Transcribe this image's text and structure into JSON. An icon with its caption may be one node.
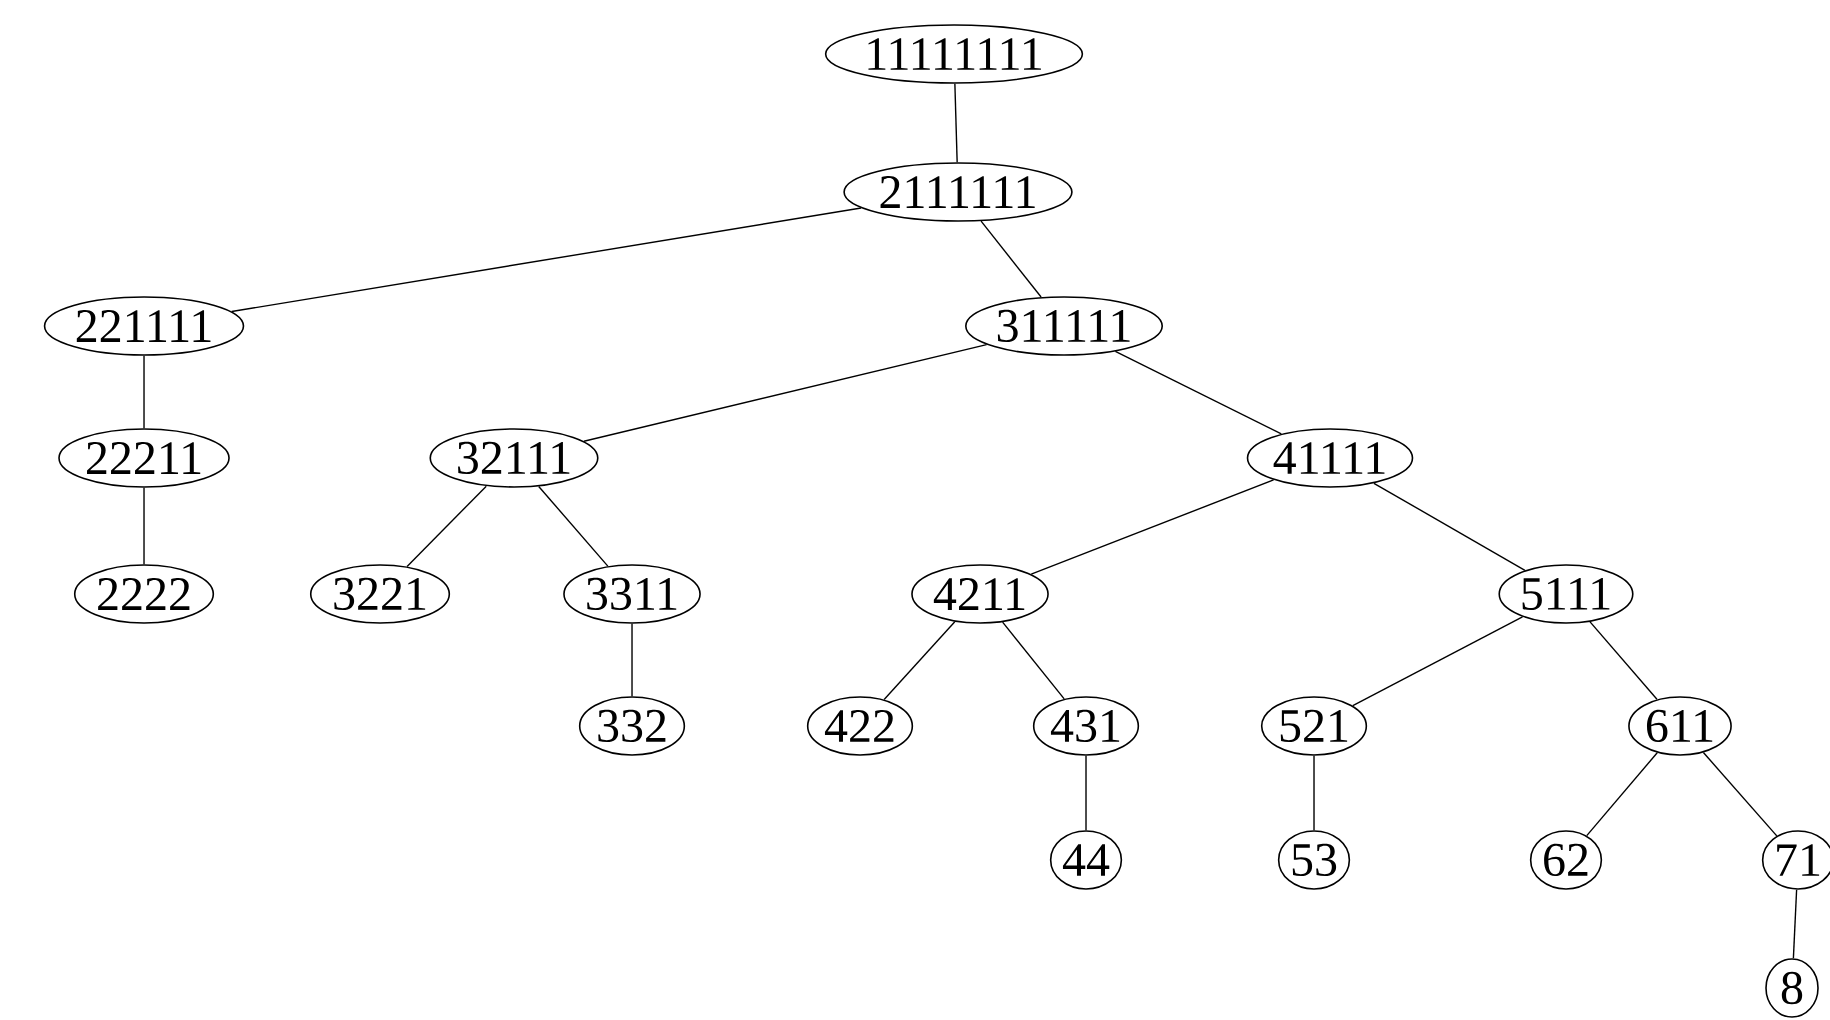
{
  "diagram": {
    "nodes": [
      {
        "text": [
          "11111111"
        ]
      },
      {
        "text": [
          "2111111"
        ]
      },
      {
        "text": [
          "221111"
        ]
      },
      {
        "text": [
          "311111"
        ]
      },
      {
        "text": [
          "22211"
        ]
      },
      {
        "text": [
          "32111"
        ]
      },
      {
        "text": [
          "41111"
        ]
      },
      {
        "text": [
          "2222"
        ]
      },
      {
        "text": [
          "3221"
        ]
      },
      {
        "text": [
          "3311"
        ]
      },
      {
        "text": [
          "4211"
        ]
      },
      {
        "text": [
          "5111"
        ]
      },
      {
        "text": [
          "332"
        ]
      },
      {
        "text": [
          "422"
        ]
      },
      {
        "text": [
          "431"
        ]
      },
      {
        "text": [
          "521"
        ]
      },
      {
        "text": [
          "611"
        ]
      },
      {
        "text": [
          "44"
        ]
      },
      {
        "text": [
          "53"
        ]
      },
      {
        "text": [
          "62"
        ]
      },
      {
        "text": [
          "71"
        ]
      },
      {
        "text": [
          "8"
        ]
      }
    ],
    "edges": [
      {
        "from": 0,
        "to": 1,
        "arrow": "none"
      },
      {
        "from": 1,
        "to": 2,
        "arrow": "none"
      },
      {
        "from": 1,
        "to": 3,
        "arrow": "none"
      },
      {
        "from": 2,
        "to": 4,
        "arrow": "none"
      },
      {
        "from": 3,
        "to": 5,
        "arrow": "none"
      },
      {
        "from": 3,
        "to": 6,
        "arrow": "none"
      },
      {
        "from": 4,
        "to": 7,
        "arrow": "none"
      },
      {
        "from": 5,
        "to": 8,
        "arrow": "none"
      },
      {
        "from": 5,
        "to": 9,
        "arrow": "none"
      },
      {
        "from": 6,
        "to": 10,
        "arrow": "none"
      },
      {
        "from": 6,
        "to": 11,
        "arrow": "none"
      },
      {
        "from": 9,
        "to": 12,
        "arrow": "none"
      },
      {
        "from": 10,
        "to": 13,
        "arrow": "none"
      },
      {
        "from": 10,
        "to": 14,
        "arrow": "none"
      },
      {
        "from": 11,
        "to": 15,
        "arrow": "none"
      },
      {
        "from": 11,
        "to": 16,
        "arrow": "none"
      },
      {
        "from": 14,
        "to": 17,
        "arrow": "none"
      },
      {
        "from": 15,
        "to": 18,
        "arrow": "none"
      },
      {
        "from": 16,
        "to": 19,
        "arrow": "none"
      },
      {
        "from": 16,
        "to": 20,
        "arrow": "none"
      },
      {
        "from": 20,
        "to": 21,
        "arrow": "none"
      }
    ]
  }
}
